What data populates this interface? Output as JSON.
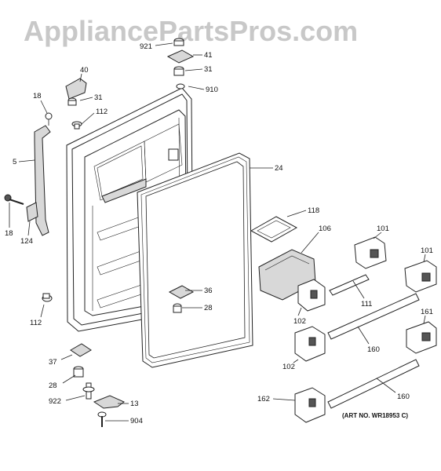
{
  "watermark": "AppliancePartsPros.com",
  "art_number": "(ART NO. WR18953 C)",
  "callouts": {
    "p921": "921",
    "p41": "41",
    "p31a": "31",
    "p910": "910",
    "p40": "40",
    "p31b": "31",
    "p18a": "18",
    "p112a": "112",
    "p5": "5",
    "p24": "24",
    "p18b": "18",
    "p124": "124",
    "p118": "118",
    "p106": "106",
    "p101a": "101",
    "p101b": "101",
    "p36": "36",
    "p28a": "28",
    "p111": "111",
    "p102a": "102",
    "p112b": "112",
    "p160a": "160",
    "p161": "161",
    "p37": "37",
    "p102b": "102",
    "p28b": "28",
    "p922": "922",
    "p13": "13",
    "p160b": "160",
    "p162": "162",
    "p904": "904"
  }
}
